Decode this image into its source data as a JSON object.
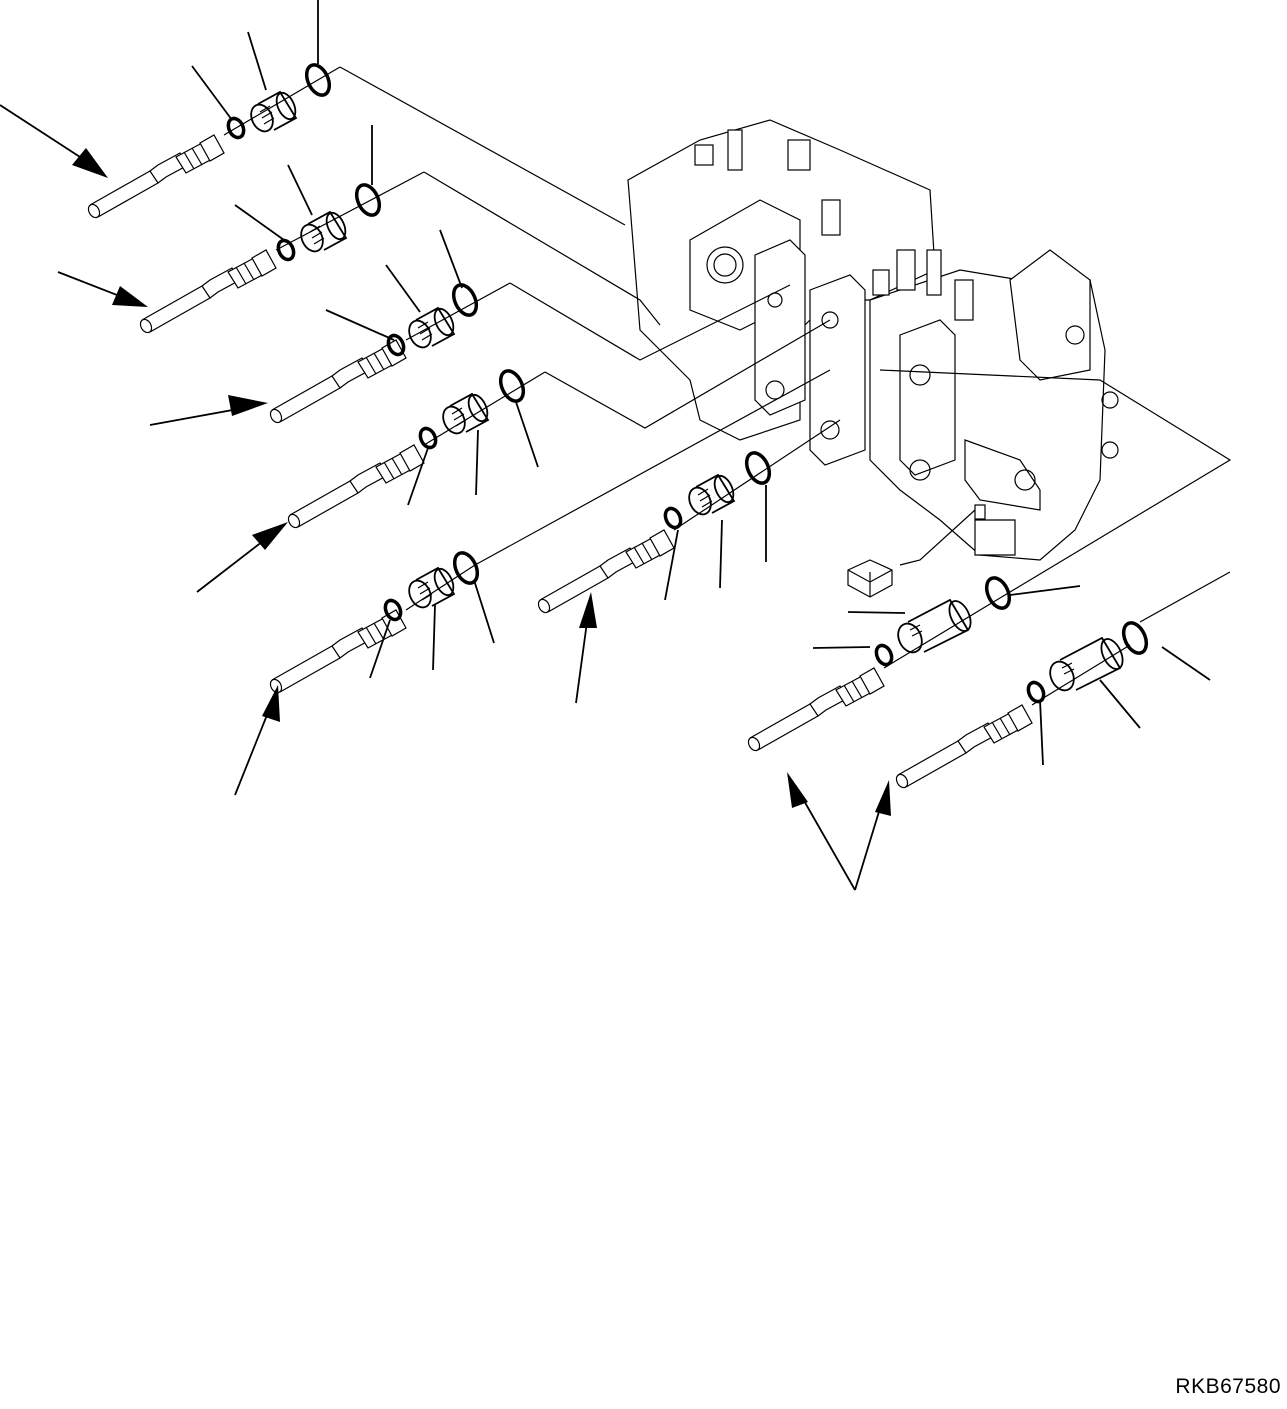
{
  "diagram": {
    "type": "exploded-view parts illustration",
    "subject": "hydraulic control valve block with hose fittings, adapters and O-rings",
    "figure_id": "RKB67580",
    "colors": {
      "line": "#000000",
      "background": "#ffffff"
    },
    "assemblies": [
      {
        "id": "fitting-1",
        "parts": [
          "hose",
          "o-ring-small",
          "adapter",
          "o-ring-large"
        ]
      },
      {
        "id": "fitting-2",
        "parts": [
          "hose",
          "o-ring-small",
          "adapter",
          "o-ring-large"
        ]
      },
      {
        "id": "fitting-3",
        "parts": [
          "hose",
          "o-ring-small",
          "adapter",
          "o-ring-large"
        ]
      },
      {
        "id": "fitting-4",
        "parts": [
          "hose",
          "o-ring-small",
          "adapter",
          "o-ring-large"
        ]
      },
      {
        "id": "fitting-5",
        "parts": [
          "hose",
          "o-ring-small",
          "adapter",
          "o-ring-large"
        ]
      },
      {
        "id": "fitting-6",
        "parts": [
          "hose",
          "o-ring-small",
          "adapter",
          "o-ring-large"
        ]
      },
      {
        "id": "fitting-7",
        "parts": [
          "hose",
          "o-ring-small",
          "long-adapter",
          "o-ring-large"
        ]
      },
      {
        "id": "fitting-8",
        "parts": [
          "hose",
          "o-ring-small",
          "long-adapter",
          "o-ring-large"
        ]
      }
    ]
  }
}
